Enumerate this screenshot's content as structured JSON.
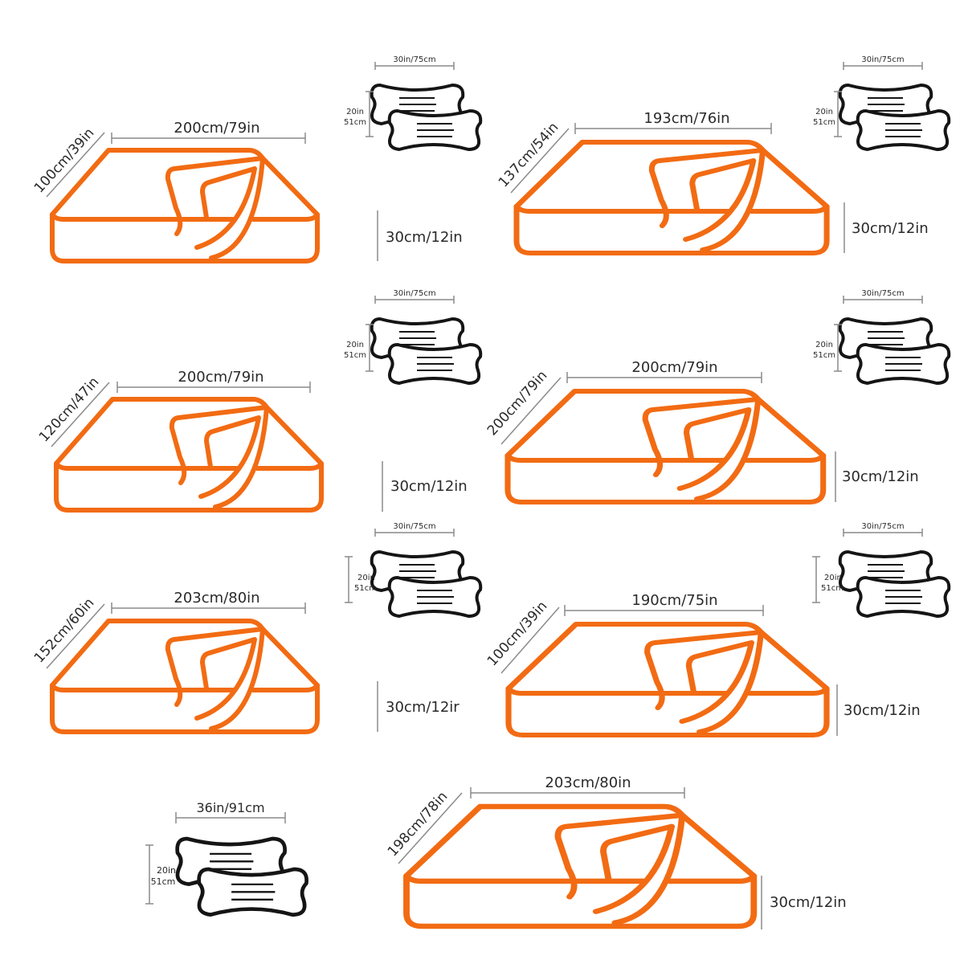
{
  "colors": {
    "mattress": "#f26b13",
    "pillow": "#151515",
    "dimension_line": "#8a8a8a",
    "text": "#2a2a2a"
  },
  "sets": [
    {
      "id": "set-1",
      "width_label": "200cm/79in",
      "depth_label": "100cm/39in",
      "height_label": "30cm/12in",
      "pillow": {
        "width_label": "30in/75cm",
        "height_label_1": "20in",
        "height_label_2": "51cm"
      }
    },
    {
      "id": "set-2",
      "width_label": "193cm/76in",
      "depth_label": "137cm/54in",
      "height_label": "30cm/12in",
      "pillow": {
        "width_label": "30in/75cm",
        "height_label_1": "20in",
        "height_label_2": "51cm"
      }
    },
    {
      "id": "set-3",
      "width_label": "200cm/79in",
      "depth_label": "120cm/47in",
      "height_label": "30cm/12in",
      "pillow": {
        "width_label": "30in/75cm",
        "height_label_1": "20in",
        "height_label_2": "51cm"
      }
    },
    {
      "id": "set-4",
      "width_label": "200cm/79in",
      "depth_label": "200cm/79in",
      "height_label": "30cm/12in",
      "pillow": {
        "width_label": "30in/75cm",
        "height_label_1": "20in",
        "height_label_2": "51cm"
      }
    },
    {
      "id": "set-5",
      "width_label": "203cm/80in",
      "depth_label": "152cm/60in",
      "height_label": "30cm/12ir",
      "pillow": {
        "width_label": "30in/75cm",
        "height_label_1": "20in",
        "height_label_2": "51cm"
      }
    },
    {
      "id": "set-6",
      "width_label": "190cm/75in",
      "depth_label": "100cm/39in",
      "height_label": "30cm/12in",
      "pillow": {
        "width_label": "30in/75cm",
        "height_label_1": "20in",
        "height_label_2": "51cm"
      }
    },
    {
      "id": "set-7",
      "width_label": "203cm/80in",
      "depth_label": "198cm/78in",
      "height_label": "30cm/12in",
      "pillow": {
        "width_label": "36in/91cm",
        "height_label_1": "20in",
        "height_label_2": "51cm"
      }
    }
  ]
}
